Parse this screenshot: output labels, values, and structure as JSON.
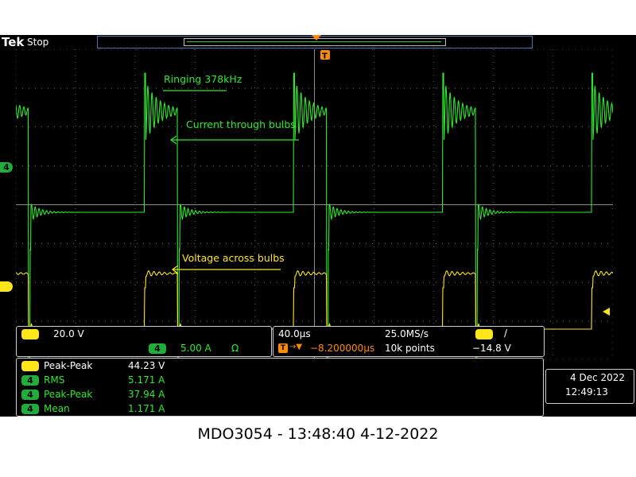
{
  "header": {
    "brand": "Tek",
    "run_state": "Stop",
    "trigger_marker": "T"
  },
  "annotations": {
    "ringing": "Ringing 378kHz",
    "current": "Current through bulbs",
    "voltage": "Voltage across bulbs"
  },
  "channel_markers": {
    "ch4": "4",
    "ch1": "1"
  },
  "settings": {
    "ch1_scale": "20.0 V",
    "ch4_scale": "5.00 A",
    "ch4_coupling": "Ω",
    "timebase": "40.0µs",
    "sample_rate": "25.0MS/s",
    "trigger_delay": "−8.200000µs",
    "record_length": "10k points",
    "trigger_source": "1",
    "trigger_slope": "/",
    "trigger_level": "−14.8 V"
  },
  "measurements": [
    {
      "channel": "1",
      "name": "Peak-Peak",
      "value": "44.23 V"
    },
    {
      "channel": "4",
      "name": "RMS",
      "value": "5.171 A"
    },
    {
      "channel": "4",
      "name": "Peak-Peak",
      "value": "37.94 A"
    },
    {
      "channel": "4",
      "name": "Mean",
      "value": "1.171 A"
    }
  ],
  "datetime": {
    "date": "4 Dec  2022",
    "time": "12:49:13"
  },
  "caption": "MDO3054 - 13:48:40   4-12-2022",
  "colors": {
    "ch1": "#ffe619",
    "ch4": "#2ee82e",
    "background": "#000000"
  }
}
